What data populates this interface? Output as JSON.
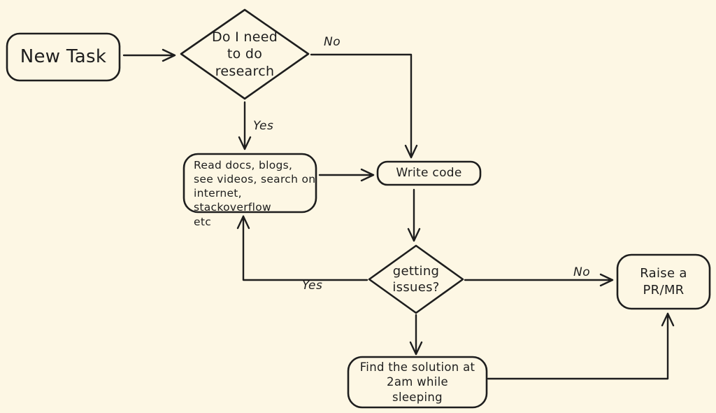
{
  "canvas": {
    "background": "#FDF7E4",
    "stroke": "#1E1E1E"
  },
  "nodes": {
    "new_task": {
      "label": "New Task"
    },
    "research": {
      "label": "Do I need\nto do\nresearch"
    },
    "read_docs": {
      "label": "Read docs, blogs,\nsee videos, search on\ninternet, stackoverflow\netc"
    },
    "write_code": {
      "label": "Write code"
    },
    "issues": {
      "label": "getting\nissues?"
    },
    "raise_pr": {
      "label": "Raise a\nPR/MR"
    },
    "find_solution": {
      "label": "Find the solution at\n2am while\nsleeping"
    }
  },
  "edge_labels": {
    "research_yes": "Yes",
    "research_no": "No",
    "issues_yes": "Yes",
    "issues_no": "No"
  }
}
